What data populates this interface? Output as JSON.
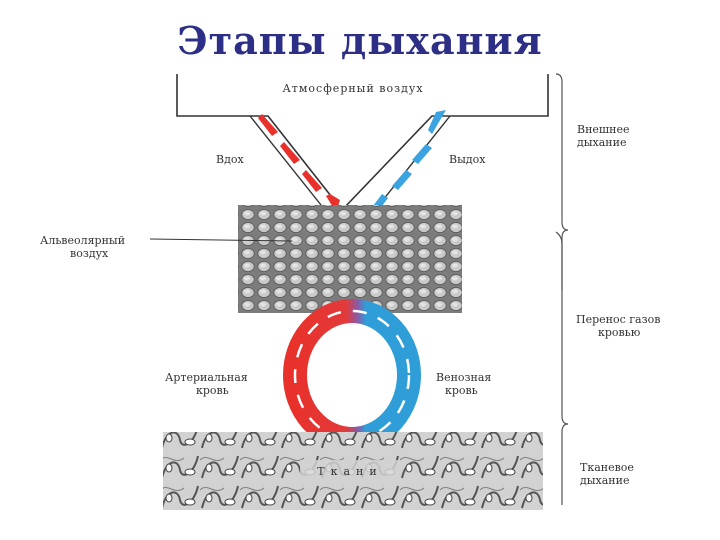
{
  "title": "Этапы дыхания",
  "labels": {
    "atmospheric_air": "Атмосферный воздух",
    "inhale": "Вдох",
    "exhale": "Выдох",
    "alveolar_air_line1": "Альвеолярный",
    "alveolar_air_line2": "воздух",
    "arterial_blood_line1": "Артериальная",
    "arterial_blood_line2": "кровь",
    "venous_blood_line1": "Венозная",
    "venous_blood_line2": "кровь",
    "tissues": "Ткани"
  },
  "stages": {
    "external_line1": "Внешнее",
    "external_line2": "дыхание",
    "transport_line1": "Перенос газов",
    "transport_line2": "кровью",
    "tissue_line1": "Тканевое",
    "tissue_line2": "дыхание"
  },
  "colors": {
    "title": "#2d2f86",
    "arterial": "#e8312b",
    "venous": "#2f9ed8",
    "inhale_arrow": "#e8312b",
    "exhale_arrow": "#3aa3e0"
  }
}
